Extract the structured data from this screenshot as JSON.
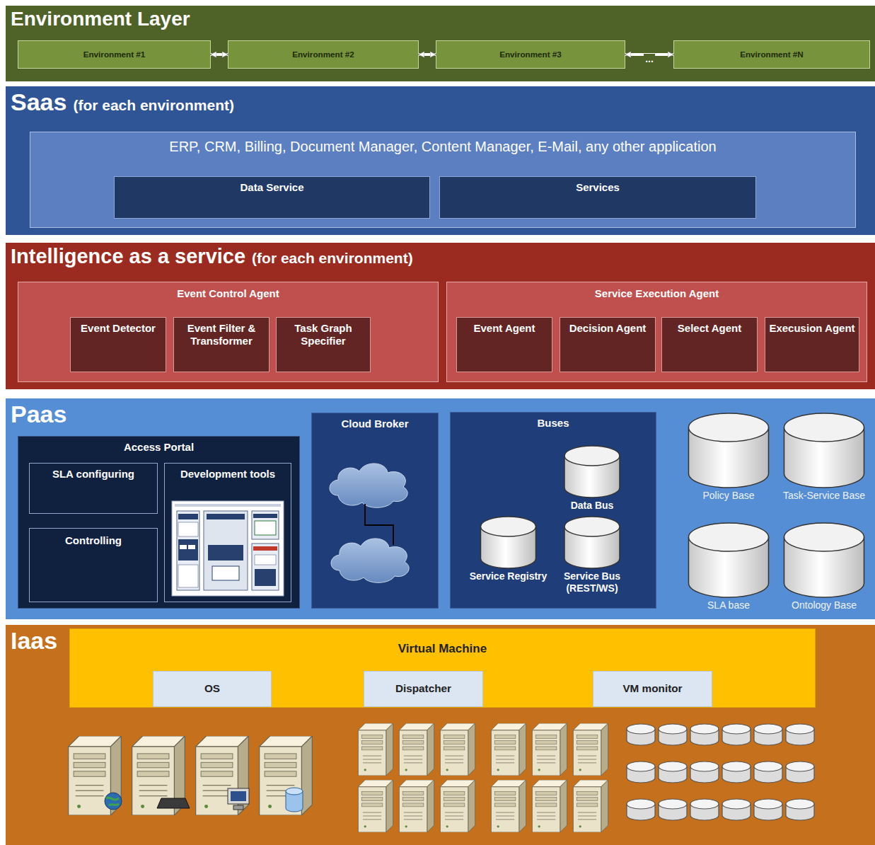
{
  "diagram": {
    "nodes": [
      {
        "text": [
          "Environment Layer"
        ]
      },
      {
        "text": [
          "Environment #1"
        ],
        "in": 0
      },
      {
        "text": [
          "Environment #2"
        ],
        "in": 0
      },
      {
        "text": [
          "Environment #3"
        ],
        "in": 0
      },
      {
        "text": [
          "Environment #N"
        ],
        "in": 0
      },
      {
        "text": [
          "Saas",
          "(for each environment)"
        ]
      },
      {
        "text": [
          "ERP, CRM, Billing, Document Manager, Content Manager, E-Mail, any other application"
        ],
        "in": 5
      },
      {
        "text": [
          "Data Service"
        ],
        "in": 6
      },
      {
        "text": [
          "Services"
        ],
        "in": 6
      },
      {
        "text": [
          "Intelligence as a service",
          "(for each environment)"
        ]
      },
      {
        "text": [
          "Event Control Agent"
        ],
        "in": 9
      },
      {
        "text": [
          "Event Detector"
        ],
        "in": 10
      },
      {
        "text": [
          "Event Filter & Transformer"
        ],
        "in": 10
      },
      {
        "text": [
          "Task Graph Specifier"
        ],
        "in": 10
      },
      {
        "text": [
          "Service Execution Agent"
        ],
        "in": 9
      },
      {
        "text": [
          "Event Agent"
        ],
        "in": 14
      },
      {
        "text": [
          "Decision Agent"
        ],
        "in": 14
      },
      {
        "text": [
          "Select Agent"
        ],
        "in": 14
      },
      {
        "text": [
          "Execusion Agent"
        ],
        "in": 14
      },
      {
        "text": [
          "Paas"
        ]
      },
      {
        "text": [
          "Access Portal"
        ],
        "in": 19
      },
      {
        "text": [
          "SLA configuring"
        ],
        "in": 20
      },
      {
        "text": [
          "Development tools"
        ],
        "in": 20
      },
      {
        "text": [
          "Controlling"
        ],
        "in": 20
      },
      {
        "text": [
          "Cloud Broker"
        ],
        "in": 19
      },
      {
        "text": [
          "Buses"
        ],
        "in": 19
      },
      {
        "text": [
          "Data Bus"
        ],
        "in": 25
      },
      {
        "text": [
          "Service Registry"
        ],
        "in": 25
      },
      {
        "text": [
          "Service Bus (REST/WS)"
        ],
        "in": 25
      },
      {
        "text": [
          "Policy Base"
        ],
        "in": 19
      },
      {
        "text": [
          "Task-Service Base"
        ],
        "in": 19
      },
      {
        "text": [
          "SLA base"
        ],
        "in": 19
      },
      {
        "text": [
          "Ontology Base"
        ],
        "in": 19
      },
      {
        "text": [
          "Iaas"
        ]
      },
      {
        "text": [
          "Virtual Machine"
        ],
        "in": 33
      },
      {
        "text": [
          "OS"
        ],
        "in": 34
      },
      {
        "text": [
          "Dispatcher"
        ],
        "in": 34
      },
      {
        "text": [
          "VM monitor"
        ],
        "in": 34
      }
    ],
    "edges": [
      {
        "from": 1,
        "to": 2,
        "arrow": "both"
      },
      {
        "from": 2,
        "to": 3,
        "arrow": "both"
      },
      {
        "from": 3,
        "to": 4,
        "label": "...",
        "arrow": "both"
      }
    ]
  }
}
